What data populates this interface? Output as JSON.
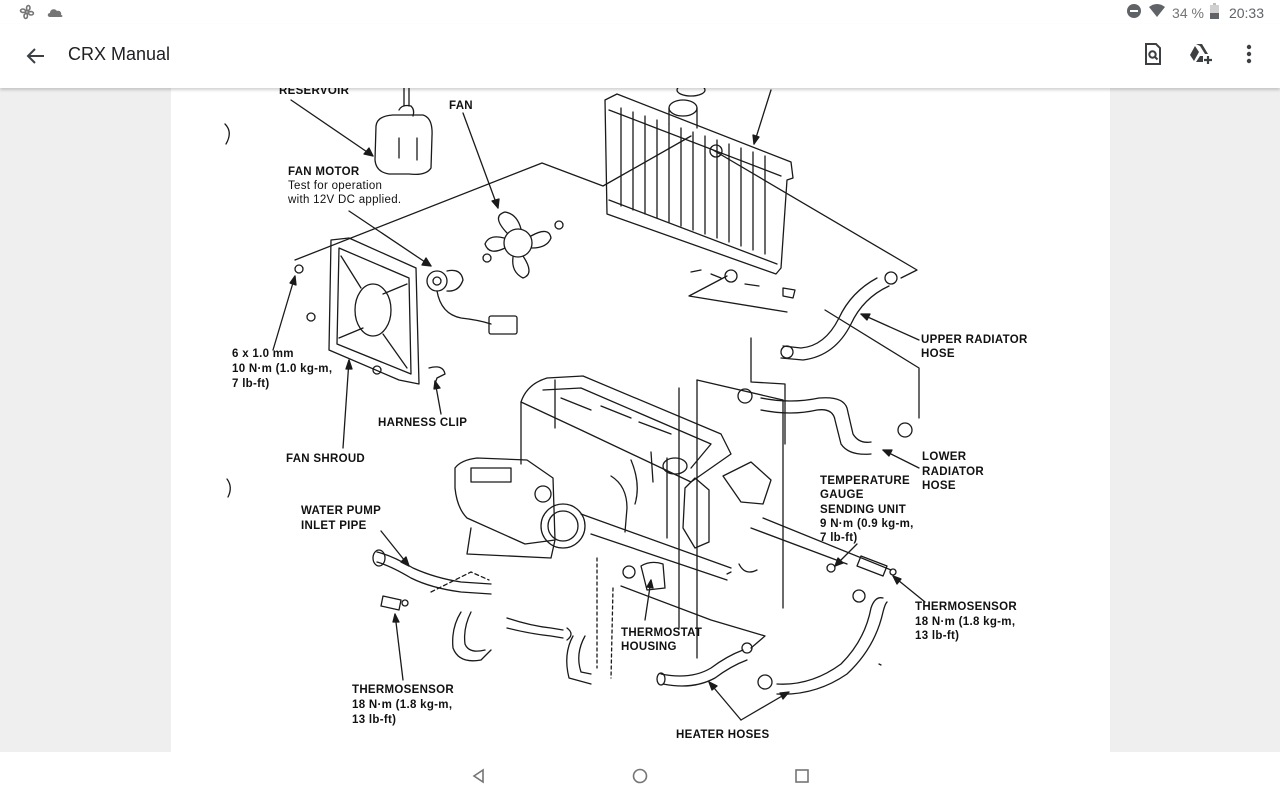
{
  "status_bar": {
    "left_icons": [
      "fan-icon",
      "cloud-icon"
    ],
    "right_icons": [
      "do-not-disturb-icon",
      "wifi-icon",
      "battery-icon"
    ],
    "battery_percent": "34 %",
    "time": "20:33"
  },
  "app_bar": {
    "title": "CRX Manual",
    "back_icon": "arrow-back-icon",
    "actions": [
      {
        "name": "find-in-document",
        "icon": "search-document-icon"
      },
      {
        "name": "add-to-drive",
        "icon": "drive-add-icon"
      },
      {
        "name": "more-options",
        "icon": "more-vert-icon"
      }
    ]
  },
  "diagram": {
    "labels": {
      "reservoir": "RESERVOIR",
      "fan": "FAN",
      "fan_motor_title": "FAN MOTOR",
      "fan_motor_note_1": "Test for operation",
      "fan_motor_note_2": "with 12V DC applied.",
      "bolt_1": "6 x 1.0 mm",
      "bolt_2": "10 N·m (1.0 kg-m,",
      "bolt_3": "7 lb-ft)",
      "harness_clip": "HARNESS CLIP",
      "fan_shroud": "FAN SHROUD",
      "upper_radiator_hose_1": "UPPER RADIATOR",
      "upper_radiator_hose_2": "HOSE",
      "lower_radiator_hose_1": "LOWER",
      "lower_radiator_hose_2": "RADIATOR",
      "lower_radiator_hose_3": "HOSE",
      "temp_gauge_1": "TEMPERATURE",
      "temp_gauge_2": "GAUGE",
      "temp_gauge_3": "SENDING UNIT",
      "temp_gauge_4": "9 N·m (0.9 kg-m,",
      "temp_gauge_5": "7 lb-ft)",
      "water_pump_1": "WATER PUMP",
      "water_pump_2": "INLET PIPE",
      "thermosensor_left_1": "THERMOSENSOR",
      "thermosensor_left_2": "18 N·m (1.8 kg-m,",
      "thermosensor_left_3": "13 lb-ft)",
      "thermostat_1": "THERMOSTAT",
      "thermostat_2": "HOUSING",
      "thermosensor_right_1": "THERMOSENSOR",
      "thermosensor_right_2": "18 N·m (1.8 kg-m,",
      "thermosensor_right_3": "13 lb-ft)",
      "heater_hoses": "HEATER HOSES"
    }
  },
  "nav_bar": {
    "buttons": [
      "back",
      "home",
      "recents"
    ]
  }
}
